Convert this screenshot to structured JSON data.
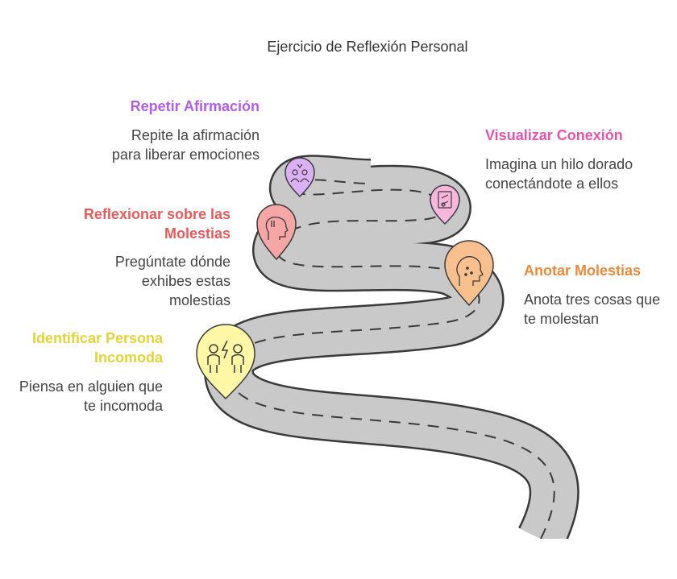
{
  "title": "Ejercicio de Reflexión Personal",
  "colors": {
    "road": "#c9c9c9",
    "road_edge": "#3a3a3a",
    "dash": "#3a3a3a",
    "identificar": "#e1d43b",
    "reflexionar": "#e25c5c",
    "repetir": "#b25ee0",
    "visualizar": "#e056a9",
    "anotar": "#e8893d"
  },
  "steps": [
    {
      "id": "identificar",
      "title": "Identificar Persona Incomoda",
      "description": "Piensa en alguien que te incomoda",
      "icon": "two-people-conflict-icon",
      "color": "#e1d43b",
      "marker_fill": "#fdf7a6"
    },
    {
      "id": "reflexionar",
      "title": "Reflexionar sobre las Molestias",
      "description": "Pregúntate dónde exhibes estas molestias",
      "icon": "head-thinking-icon",
      "color": "#e25c5c",
      "marker_fill": "#f7a6a6"
    },
    {
      "id": "repetir",
      "title": "Repetir Afirmación",
      "description": "Repite la afirmación para liberar emociones",
      "icon": "people-affirmation-icon",
      "color": "#b25ee0",
      "marker_fill": "#dcb0f5"
    },
    {
      "id": "visualizar",
      "title": "Visualizar Conexión",
      "description": "Imagina un hilo dorado conectándote a ellos",
      "icon": "connection-card-icon",
      "color": "#e056a9",
      "marker_fill": "#f8b6dc"
    },
    {
      "id": "anotar",
      "title": "Anotar Molestias",
      "description": "Anota tres cosas que te molestan",
      "icon": "annoyed-face-icon",
      "color": "#e8893d",
      "marker_fill": "#f9c08f"
    }
  ]
}
